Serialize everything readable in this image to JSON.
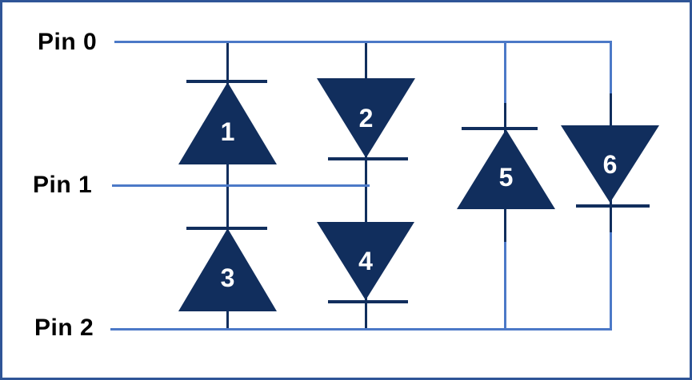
{
  "pins": [
    {
      "label": "Pin 0"
    },
    {
      "label": "Pin 1"
    },
    {
      "label": "Pin 2"
    }
  ],
  "diodes": [
    {
      "number": "1",
      "orientation": "up",
      "top_connection": "Pin 0",
      "bottom_connection": "Pin 1"
    },
    {
      "number": "2",
      "orientation": "down",
      "top_connection": "Pin 0",
      "bottom_connection": "Pin 1"
    },
    {
      "number": "3",
      "orientation": "up",
      "top_connection": "Pin 1",
      "bottom_connection": "Pin 2"
    },
    {
      "number": "4",
      "orientation": "down",
      "top_connection": "Pin 1",
      "bottom_connection": "Pin 2"
    },
    {
      "number": "5",
      "orientation": "up",
      "top_connection": "Pin 0",
      "bottom_connection": "Pin 2"
    },
    {
      "number": "6",
      "orientation": "down",
      "top_connection": "Pin 0",
      "bottom_connection": "Pin 2"
    }
  ],
  "colors": {
    "diode_fill": "#112E5D",
    "component_lead": "#112E5D",
    "pin_wire": "#4C79C7",
    "border": "#2F5597",
    "label_text": "#000000",
    "number_text": "#FFFFFF",
    "background": "#FFFFFF"
  }
}
